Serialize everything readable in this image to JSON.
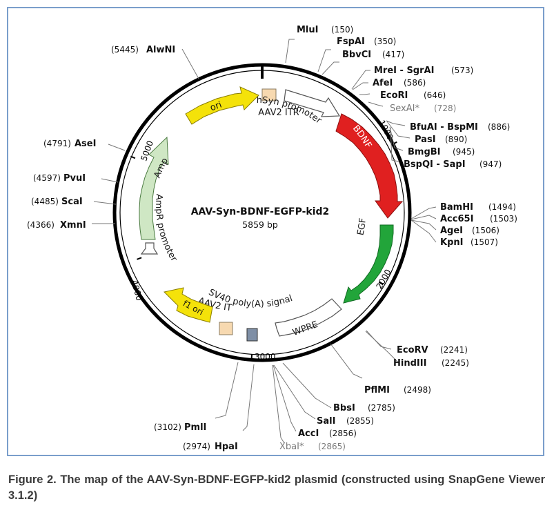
{
  "plasmid": {
    "name": "AAV-Syn-BDNF-EGFP-kid2",
    "length_label": "5859 bp"
  },
  "tick_labels": [
    "1000",
    "2000",
    "3000",
    "4000",
    "5000"
  ],
  "sites": {
    "mlui": {
      "name": "MluI",
      "pos": "(150)"
    },
    "fspai": {
      "name": "FspAI",
      "pos": "(350)"
    },
    "bbvci": {
      "name": "BbvCI",
      "pos": "(417)"
    },
    "mrei_sgrai": {
      "name": "MreI - SgrAI",
      "pos": "(573)"
    },
    "afei": {
      "name": "AfeI",
      "pos": "(586)"
    },
    "ecori": {
      "name": "EcoRI",
      "pos": "(646)"
    },
    "sexai": {
      "name": "SexAI*",
      "pos": "(728)"
    },
    "bfuai_bspmi": {
      "name": "BfuAI - BspMI",
      "pos": "(886)"
    },
    "pasi": {
      "name": "PasI",
      "pos": "(890)"
    },
    "bmgbi": {
      "name": "BmgBI",
      "pos": "(945)"
    },
    "bspqi_sapi": {
      "name": "BspQI - SapI",
      "pos": "(947)"
    },
    "bamhi": {
      "name": "BamHI",
      "pos": "(1494)"
    },
    "acc65i": {
      "name": "Acc65I",
      "pos": "(1503)"
    },
    "agei": {
      "name": "AgeI",
      "pos": "(1506)"
    },
    "kpni": {
      "name": "KpnI",
      "pos": "(1507)"
    },
    "ecorv": {
      "name": "EcoRV",
      "pos": "(2241)"
    },
    "hindiii": {
      "name": "HindIII",
      "pos": "(2245)"
    },
    "pflmi": {
      "name": "PflMI",
      "pos": "(2498)"
    },
    "bbsi": {
      "name": "BbsI",
      "pos": "(2785)"
    },
    "sali": {
      "name": "SalI",
      "pos": "(2855)"
    },
    "acci": {
      "name": "AccI",
      "pos": "(2856)"
    },
    "xbai": {
      "name": "XbaI*",
      "pos": "(2865)"
    },
    "hpai": {
      "name": "HpaI",
      "pos": "(2974)"
    },
    "pmli": {
      "name": "PmlI",
      "pos": "(3102)"
    },
    "xmni": {
      "name": "XmnI",
      "pos": "(4366)"
    },
    "scai": {
      "name": "ScaI",
      "pos": "(4485)"
    },
    "pvui": {
      "name": "PvuI",
      "pos": "(4597)"
    },
    "asei": {
      "name": "AseI",
      "pos": "(4791)"
    },
    "alwni": {
      "name": "AlwNI",
      "pos": "(5445)"
    }
  },
  "features": {
    "aav2_itr_top": "AAV2 ITR",
    "hsyn_promoter": "hSyn promoter",
    "bdnf": "BDNF",
    "egfp": "EGFP",
    "wpre": "WPRE",
    "sv40_polya": "SV40 poly(A) signal",
    "aav2_itr_bottom": "AAV2 ITR",
    "f1_ori": "f1 ori",
    "ampr_promoter": "AmpR promoter",
    "ampr": "AmpR",
    "ori": "ori"
  },
  "colors": {
    "frame": "#7a9ecb",
    "bdnf": "#e02020",
    "egfp": "#22a53a",
    "ori": "#f4e20a",
    "f1_ori": "#f4e20a",
    "ampr": "#cfe7c4",
    "itr": "#f7d9b0",
    "polya": "#7f8fa6"
  },
  "caption": "Figure 2. The map of the AAV-Syn-BDNF-EGFP-kid2 plasmid (constructed using SnapGene Viewer 3.1.2)"
}
